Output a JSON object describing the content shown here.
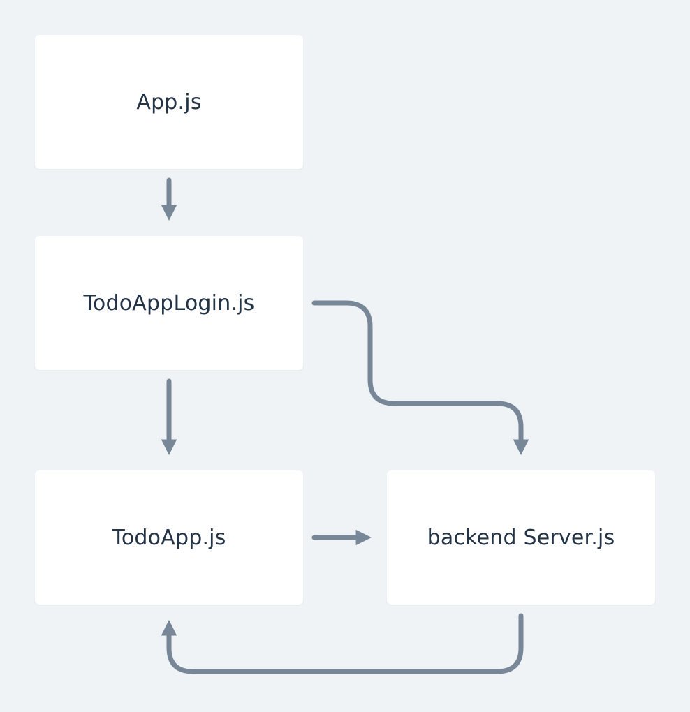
{
  "diagram": {
    "colors": {
      "background": "#eff3f6",
      "node_fill": "#ffffff",
      "node_text": "#243447",
      "edge": "#788797"
    },
    "nodes": {
      "app": {
        "label": "App.js"
      },
      "login": {
        "label": "TodoAppLogin.js"
      },
      "todo": {
        "label": "TodoApp.js"
      },
      "server": {
        "label": "backend Server.js"
      }
    },
    "edges": [
      {
        "from": "App.js",
        "to": "TodoAppLogin.js"
      },
      {
        "from": "TodoAppLogin.js",
        "to": "TodoApp.js"
      },
      {
        "from": "TodoAppLogin.js",
        "to": "backend Server.js"
      },
      {
        "from": "TodoApp.js",
        "to": "backend Server.js"
      },
      {
        "from": "backend Server.js",
        "to": "TodoApp.js"
      }
    ]
  }
}
